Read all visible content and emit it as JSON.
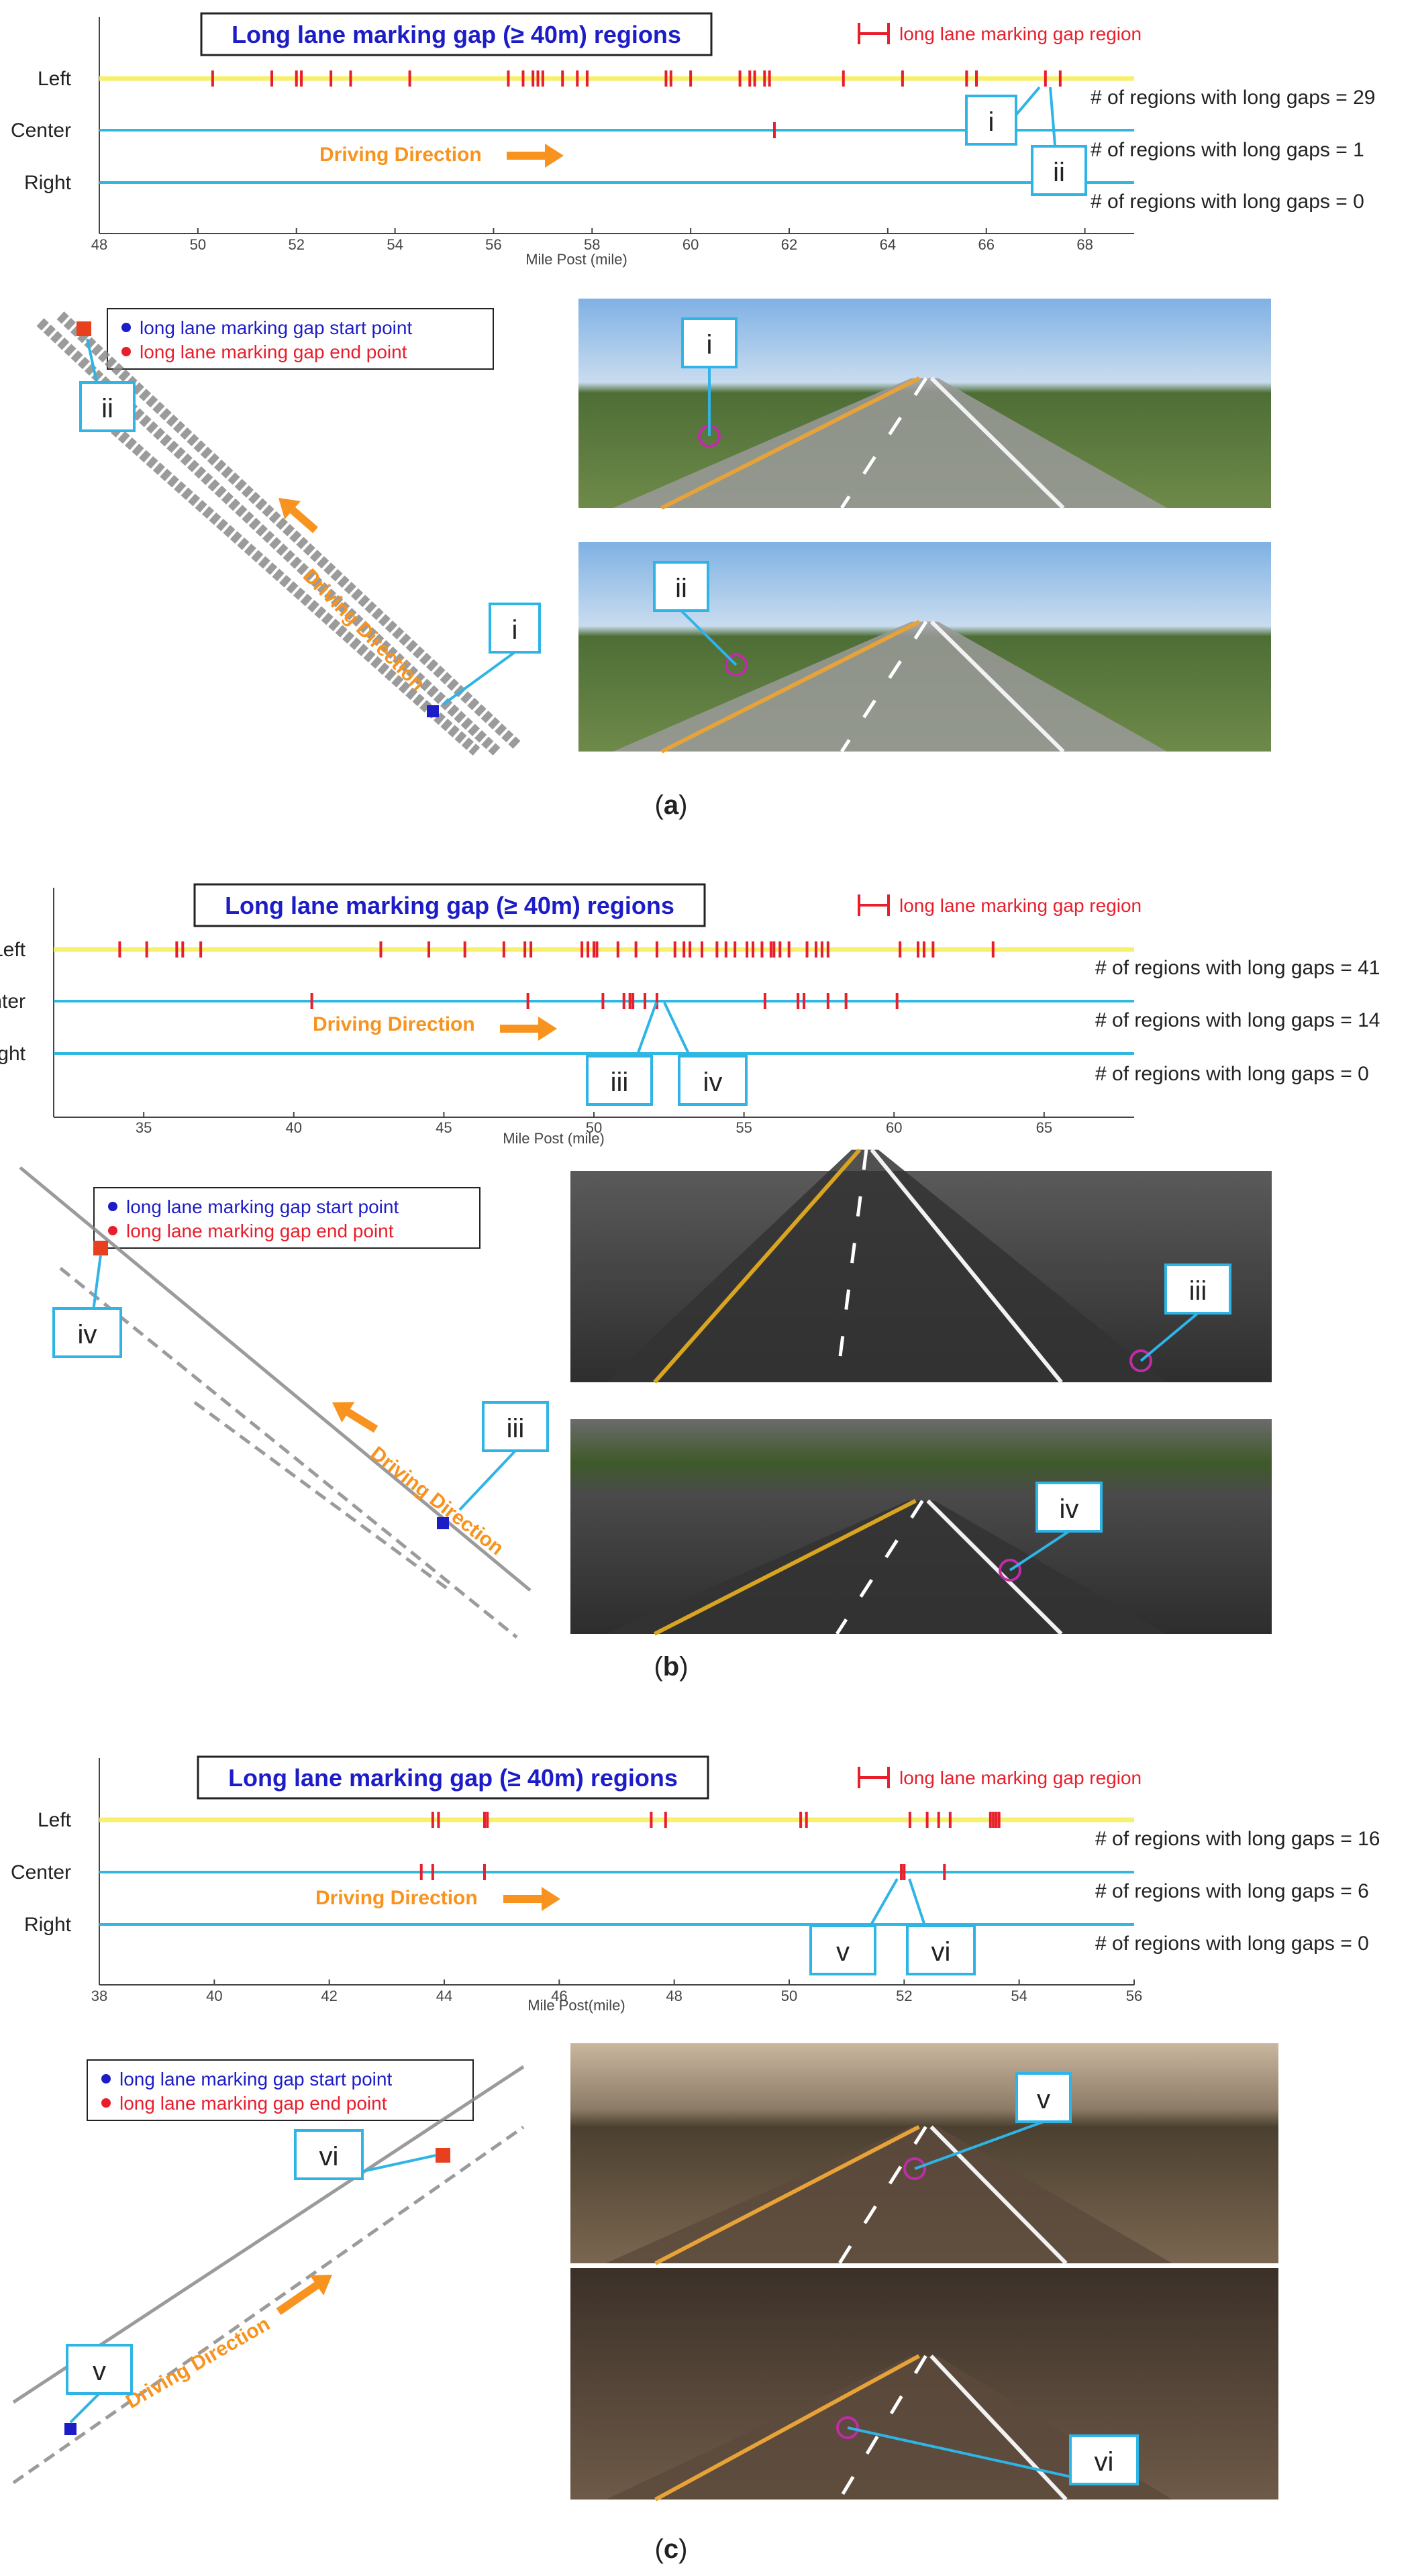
{
  "panels": [
    {
      "id": "a",
      "caption_letter": "a",
      "legend_title": "Long lane marking gap (≥ 40m) regions",
      "legend_gap_label": "long lane marking gap region",
      "lanes": [
        "Left",
        "Center",
        "Right"
      ],
      "count_labels": [
        "# of regions with long gaps = 29",
        "# of regions with long gaps = 1",
        "# of regions with long gaps = 0"
      ],
      "driving_direction": "Driving Direction",
      "x_axis_label": "Mile Post (mile)",
      "map_legend_start": "long lane marking gap start point",
      "map_legend_end": "long lane marking gap end point",
      "map_driving_direction": "Driving Direction",
      "callouts": [
        "i",
        "ii"
      ],
      "photo_callouts": [
        "i",
        "ii"
      ],
      "colors": {
        "photo_top": "#8fb6dd",
        "photo_mid": "#4f6b3a",
        "photo_road": "#8c8c8c"
      }
    },
    {
      "id": "b",
      "caption_letter": "b",
      "legend_title": "Long lane marking gap (≥ 40m) regions",
      "legend_gap_label": "long lane marking gap region",
      "lanes": [
        "Left",
        "Center",
        "Right"
      ],
      "count_labels": [
        "# of regions with long gaps = 41",
        "# of regions with long gaps = 14",
        "# of regions with long gaps = 0"
      ],
      "driving_direction": "Driving Direction",
      "x_axis_label": "Mile  Post (mile)",
      "map_legend_start": "long lane marking gap start point",
      "map_legend_end": "long lane marking gap end point",
      "map_driving_direction": "Driving Direction",
      "callouts": [
        "iii",
        "iv"
      ],
      "photo_callouts": [
        "iii",
        "iv"
      ],
      "colors": {
        "photo_top": "#6f6f6f",
        "photo_mid": "#3a3a3a",
        "photo_road": "#2d2d2d"
      }
    },
    {
      "id": "c",
      "caption_letter": "c",
      "legend_title": "Long lane marking gap (≥ 40m) regions",
      "legend_gap_label": "long lane marking gap region",
      "lanes": [
        "Left",
        "Center",
        "Right"
      ],
      "count_labels": [
        "# of regions with long gaps = 16",
        "# of regions with long gaps = 6",
        "# of regions with long gaps = 0"
      ],
      "driving_direction": "Driving Direction",
      "x_axis_label": "Mile  Post(mile)",
      "map_legend_start": "long lane marking gap start point",
      "map_legend_end": "long lane marking gap end point",
      "map_driving_direction": "Driving Direction",
      "callouts": [
        "v",
        "vi"
      ],
      "photo_callouts": [
        "v",
        "vi"
      ],
      "colors": {
        "photo_top": "#b8a58f",
        "photo_mid": "#5a4a3a",
        "photo_road": "#4a3c30"
      }
    }
  ],
  "chart_data": [
    {
      "type": "scatter",
      "panel": "a",
      "xlabel": "Mile Post (mile)",
      "xlim": [
        48,
        69
      ],
      "xticks": [
        48,
        50,
        52,
        54,
        56,
        58,
        60,
        62,
        64,
        66,
        68
      ],
      "series": [
        {
          "name": "Left",
          "color": "#f7f06d",
          "gaps": [
            50.3,
            51.5,
            52.0,
            52.1,
            52.7,
            53.1,
            54.3,
            56.3,
            56.6,
            56.8,
            56.9,
            57.0,
            57.4,
            57.7,
            57.9,
            59.5,
            59.6,
            60.0,
            61.0,
            61.2,
            61.3,
            61.5,
            61.6,
            63.1,
            64.3,
            65.6,
            65.8,
            67.2,
            67.5
          ]
        },
        {
          "name": "Center",
          "color": "#30b8e0",
          "gaps": [
            61.7
          ]
        },
        {
          "name": "Right",
          "color": "#30b8e0",
          "gaps": []
        }
      ],
      "callout_points": [
        {
          "label": "i",
          "x": 67.2,
          "lane": "Left"
        },
        {
          "label": "ii",
          "x": 67.5,
          "lane": "Left"
        }
      ]
    },
    {
      "type": "scatter",
      "panel": "b",
      "xlabel": "Mile  Post (mile)",
      "xlim": [
        32,
        68
      ],
      "xticks": [
        35,
        40,
        45,
        50,
        55,
        60,
        65
      ],
      "series": [
        {
          "name": "Left",
          "color": "#f7f06d",
          "gaps": [
            34.2,
            35.1,
            36.1,
            36.3,
            36.9,
            42.9,
            44.5,
            45.7,
            47.0,
            47.7,
            47.9,
            49.6,
            49.8,
            50.0,
            50.1,
            50.8,
            51.4,
            52.1,
            52.7,
            53.0,
            53.2,
            53.6,
            54.1,
            54.4,
            54.7,
            55.1,
            55.3,
            55.6,
            55.9,
            56.0,
            56.2,
            56.5,
            57.1,
            57.4,
            57.6,
            57.8,
            60.2,
            60.8,
            61.0,
            61.3,
            63.3
          ]
        },
        {
          "name": "Center",
          "color": "#30b8e0",
          "gaps": [
            40.6,
            47.8,
            50.3,
            51.0,
            51.2,
            51.3,
            51.7,
            52.1,
            55.7,
            56.8,
            57.0,
            57.8,
            58.4,
            60.1
          ]
        },
        {
          "name": "Right",
          "color": "#30b8e0",
          "gaps": []
        }
      ],
      "callout_points": [
        {
          "label": "iii",
          "x": 51.6,
          "lane": "Center"
        },
        {
          "label": "iv",
          "x": 51.8,
          "lane": "Center"
        }
      ]
    },
    {
      "type": "scatter",
      "panel": "c",
      "xlabel": "Mile  Post(mile)",
      "xlim": [
        38,
        56
      ],
      "xticks": [
        38,
        40,
        42,
        44,
        46,
        48,
        50,
        52,
        54,
        56
      ],
      "series": [
        {
          "name": "Left",
          "color": "#f7f06d",
          "gaps": [
            43.8,
            43.9,
            44.7,
            44.75,
            47.6,
            47.85,
            50.2,
            50.3,
            52.1,
            52.4,
            52.6,
            52.8,
            53.5,
            53.55,
            53.6,
            53.65
          ]
        },
        {
          "name": "Center",
          "color": "#30b8e0",
          "gaps": [
            43.6,
            43.8,
            44.7,
            51.95,
            52.0,
            52.7
          ]
        },
        {
          "name": "Right",
          "color": "#30b8e0",
          "gaps": []
        }
      ],
      "callout_points": [
        {
          "label": "v",
          "x": 51.95,
          "lane": "Center"
        },
        {
          "label": "vi",
          "x": 52.05,
          "lane": "Center"
        }
      ]
    }
  ]
}
